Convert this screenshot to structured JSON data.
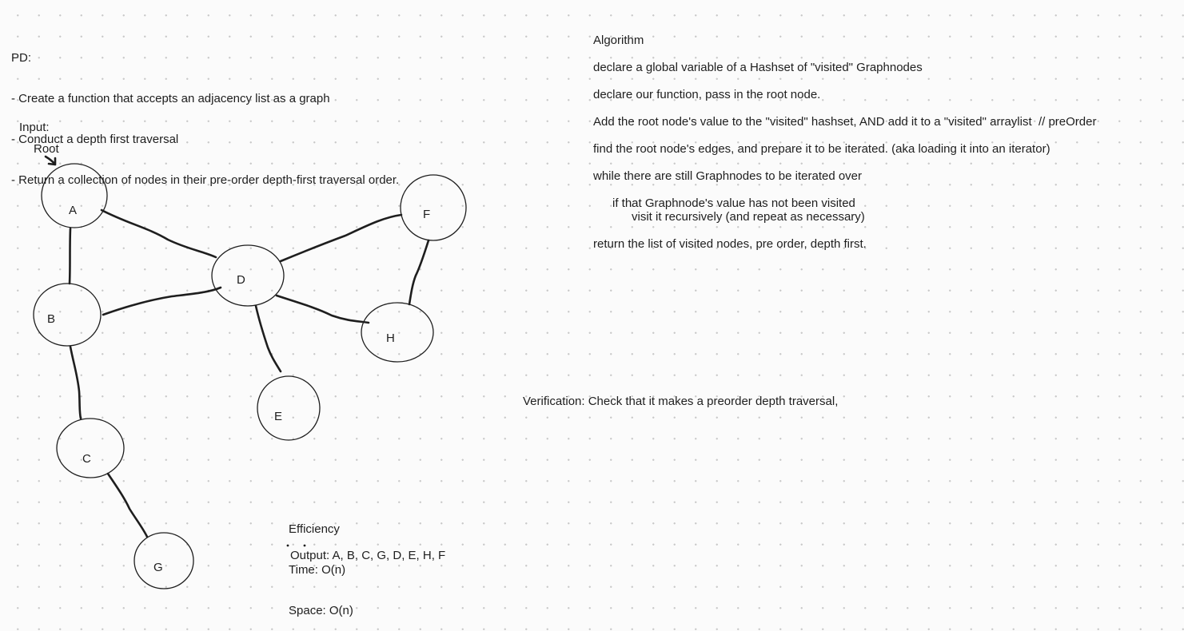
{
  "pd": {
    "title": "PD:",
    "items": [
      "- Create a function that accepts an adjacency list as a graph",
      "- Conduct a depth first traversal",
      "- Return a collection of nodes in their pre-order depth-first traversal order."
    ]
  },
  "input_label": "Input:",
  "root_label": "Root",
  "graph": {
    "nodes": [
      "A",
      "B",
      "C",
      "D",
      "E",
      "F",
      "G",
      "H"
    ],
    "edges": [
      [
        "A",
        "B"
      ],
      [
        "A",
        "D"
      ],
      [
        "B",
        "D"
      ],
      [
        "B",
        "C"
      ],
      [
        "C",
        "G"
      ],
      [
        "D",
        "F"
      ],
      [
        "D",
        "E"
      ],
      [
        "D",
        "H"
      ],
      [
        "F",
        "H"
      ]
    ]
  },
  "algorithm": {
    "title": "Algorithm",
    "step1": "declare a global variable of a Hashset of \"visited\" Graphnodes",
    "step2": "declare our function, pass in the root node.",
    "step3": "Add the root node's value to the \"visited\" hashset, AND add it to a \"visited\" arraylist  // preOrder",
    "step4": "find the root node's edges, and prepare it to be iterated. (aka loading it into an iterator)",
    "step5": "while there are still Graphnodes to be iterated over",
    "step6a": "if that Graphnode's value has not been visited",
    "step6b": "visit it recursively (and repeat as necessary)",
    "step7": "return the list of visited nodes, pre order, depth first."
  },
  "verification": "Verification: Check that it makes a preorder depth traversal,",
  "efficiency": {
    "title": "Efficiency",
    "time": "Time: O(n)",
    "space": "Space: O(n)"
  },
  "output": "Output: A, B, C, G, D, E, H, F"
}
